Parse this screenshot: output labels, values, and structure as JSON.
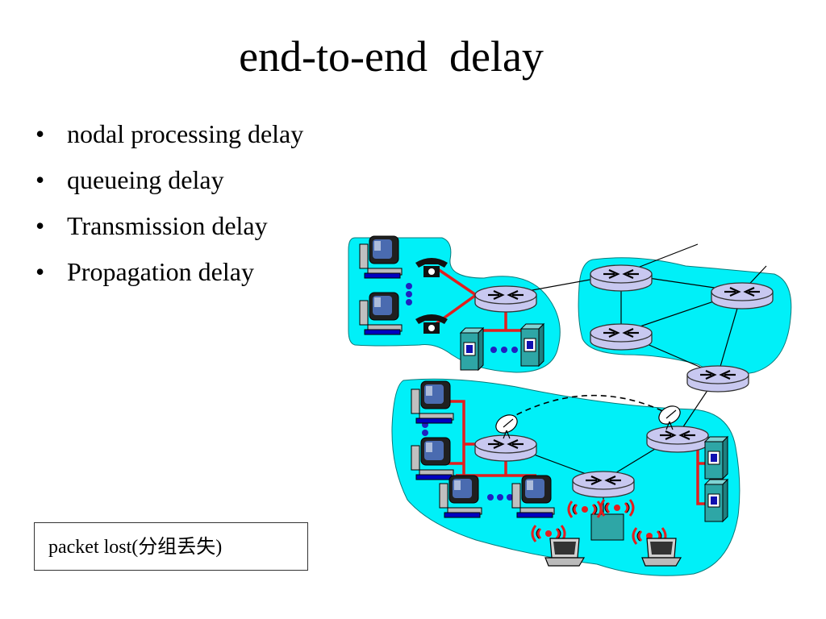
{
  "title": "end-to-end  delay",
  "bullets": [
    {
      "marker": "•",
      "text": "nodal processing delay"
    },
    {
      "marker": "•",
      "text": "queueing delay"
    },
    {
      "marker": "•",
      "text": "Transmission delay"
    },
    {
      "marker": "•",
      "text": "Propagation delay"
    }
  ],
  "note": "packet lost(分组丢失)",
  "colors": {
    "cloud": "#00f0f8",
    "router": "#c8c8f0",
    "access_link": "#e21e1e",
    "server": "#2ea6a6",
    "dots": "#2020c0"
  },
  "icons": [
    "router-icon",
    "desktop-computer-icon",
    "telephone-icon",
    "server-icon",
    "satellite-dish-icon",
    "wireless-signal-icon",
    "laptop-icon",
    "wireless-base-station-icon"
  ]
}
